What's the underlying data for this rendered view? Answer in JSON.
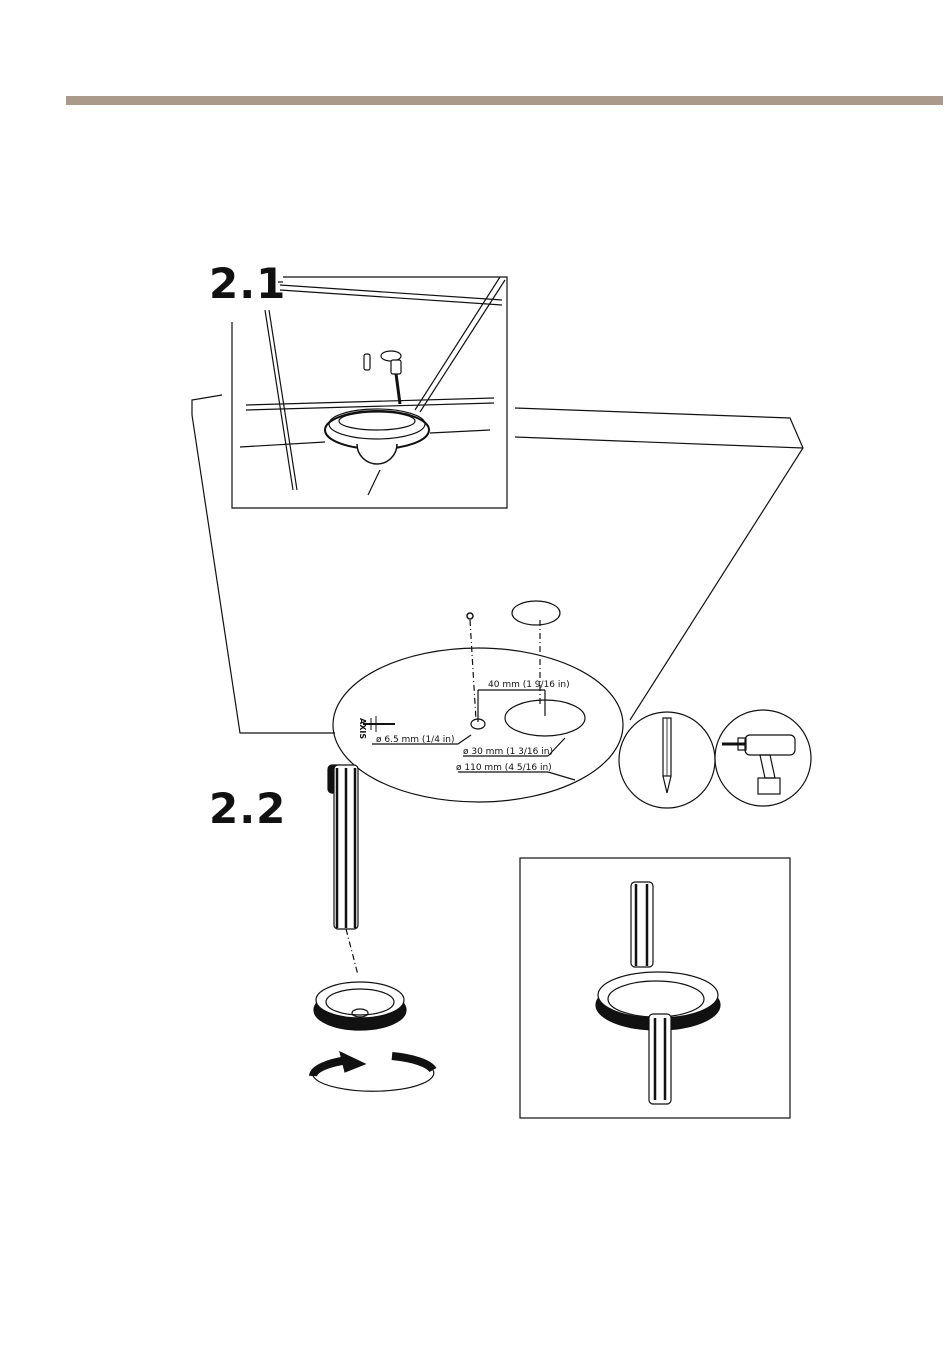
{
  "colors": {
    "header_bar": "#a99a8c",
    "line": "#111111"
  },
  "steps": [
    {
      "label": "2.1"
    },
    {
      "label": "2.2"
    }
  ],
  "template": {
    "logo_text": "AXIS",
    "dimensions": {
      "hole_spacing": "40 mm (1 9/16 in)",
      "small_hole": "ø  6.5 mm (1/4 in)",
      "cable_hole": "ø 30 mm (1 3/16 in)",
      "outer_diameter": "ø 110 mm (4 5/16 in)"
    }
  },
  "tools": [
    "pencil-icon",
    "drill-icon"
  ]
}
